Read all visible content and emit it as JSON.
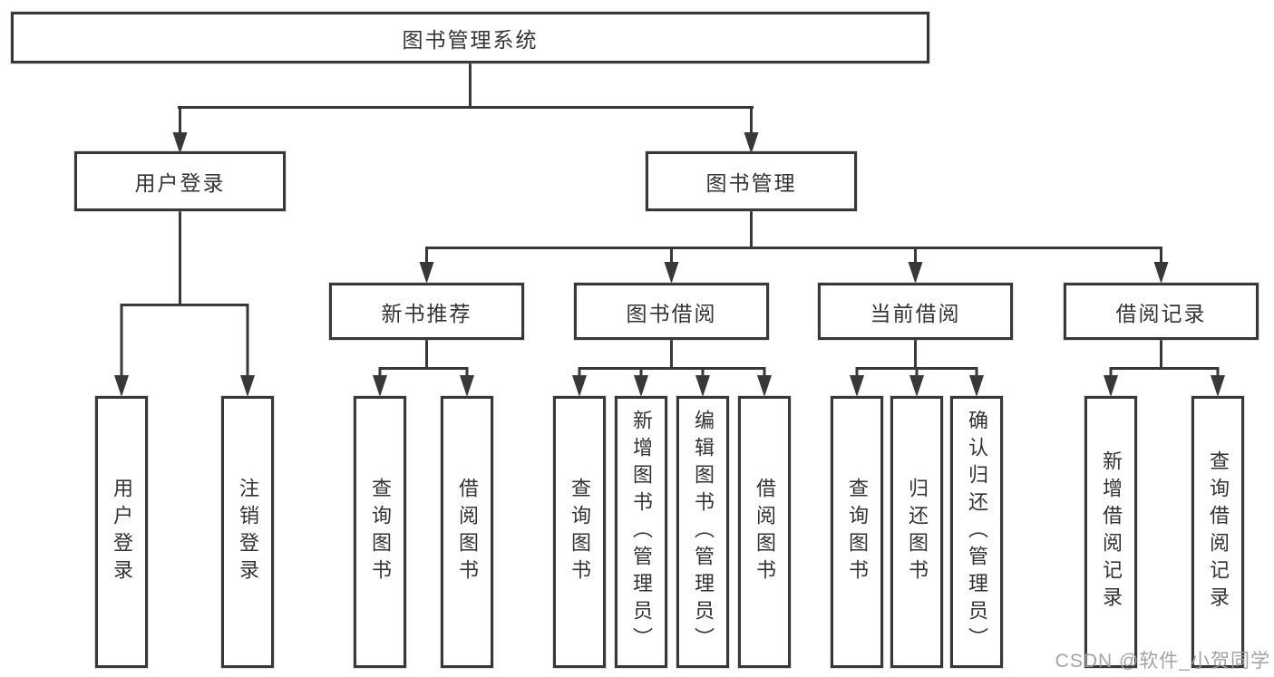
{
  "diagram_type": "functional-structure-tree",
  "colors": {
    "background": "#ffffff",
    "box_border": "#383838",
    "connector_line": "#383838",
    "text": "#333333",
    "watermark": "#9e9e9e"
  },
  "watermark": "CSDN @软件_小贺同学",
  "tree": {
    "label": "图书管理系统",
    "children": [
      {
        "label": "用户登录",
        "children": [
          {
            "label": "用户登录"
          },
          {
            "label": "注销登录"
          }
        ]
      },
      {
        "label": "图书管理",
        "children": [
          {
            "label": "新书推荐",
            "children": [
              {
                "label": "查询图书"
              },
              {
                "label": "借阅图书"
              }
            ]
          },
          {
            "label": "图书借阅",
            "children": [
              {
                "label": "查询图书"
              },
              {
                "label": "新增图书（管理员）"
              },
              {
                "label": "编辑图书（管理员）"
              },
              {
                "label": "借阅图书"
              }
            ]
          },
          {
            "label": "当前借阅",
            "children": [
              {
                "label": "查询图书"
              },
              {
                "label": "归还图书"
              },
              {
                "label": "确认归还（管理员）"
              }
            ]
          },
          {
            "label": "借阅记录",
            "children": [
              {
                "label": "新增借阅记录"
              },
              {
                "label": "查询借阅记录"
              }
            ]
          }
        ]
      }
    ]
  }
}
